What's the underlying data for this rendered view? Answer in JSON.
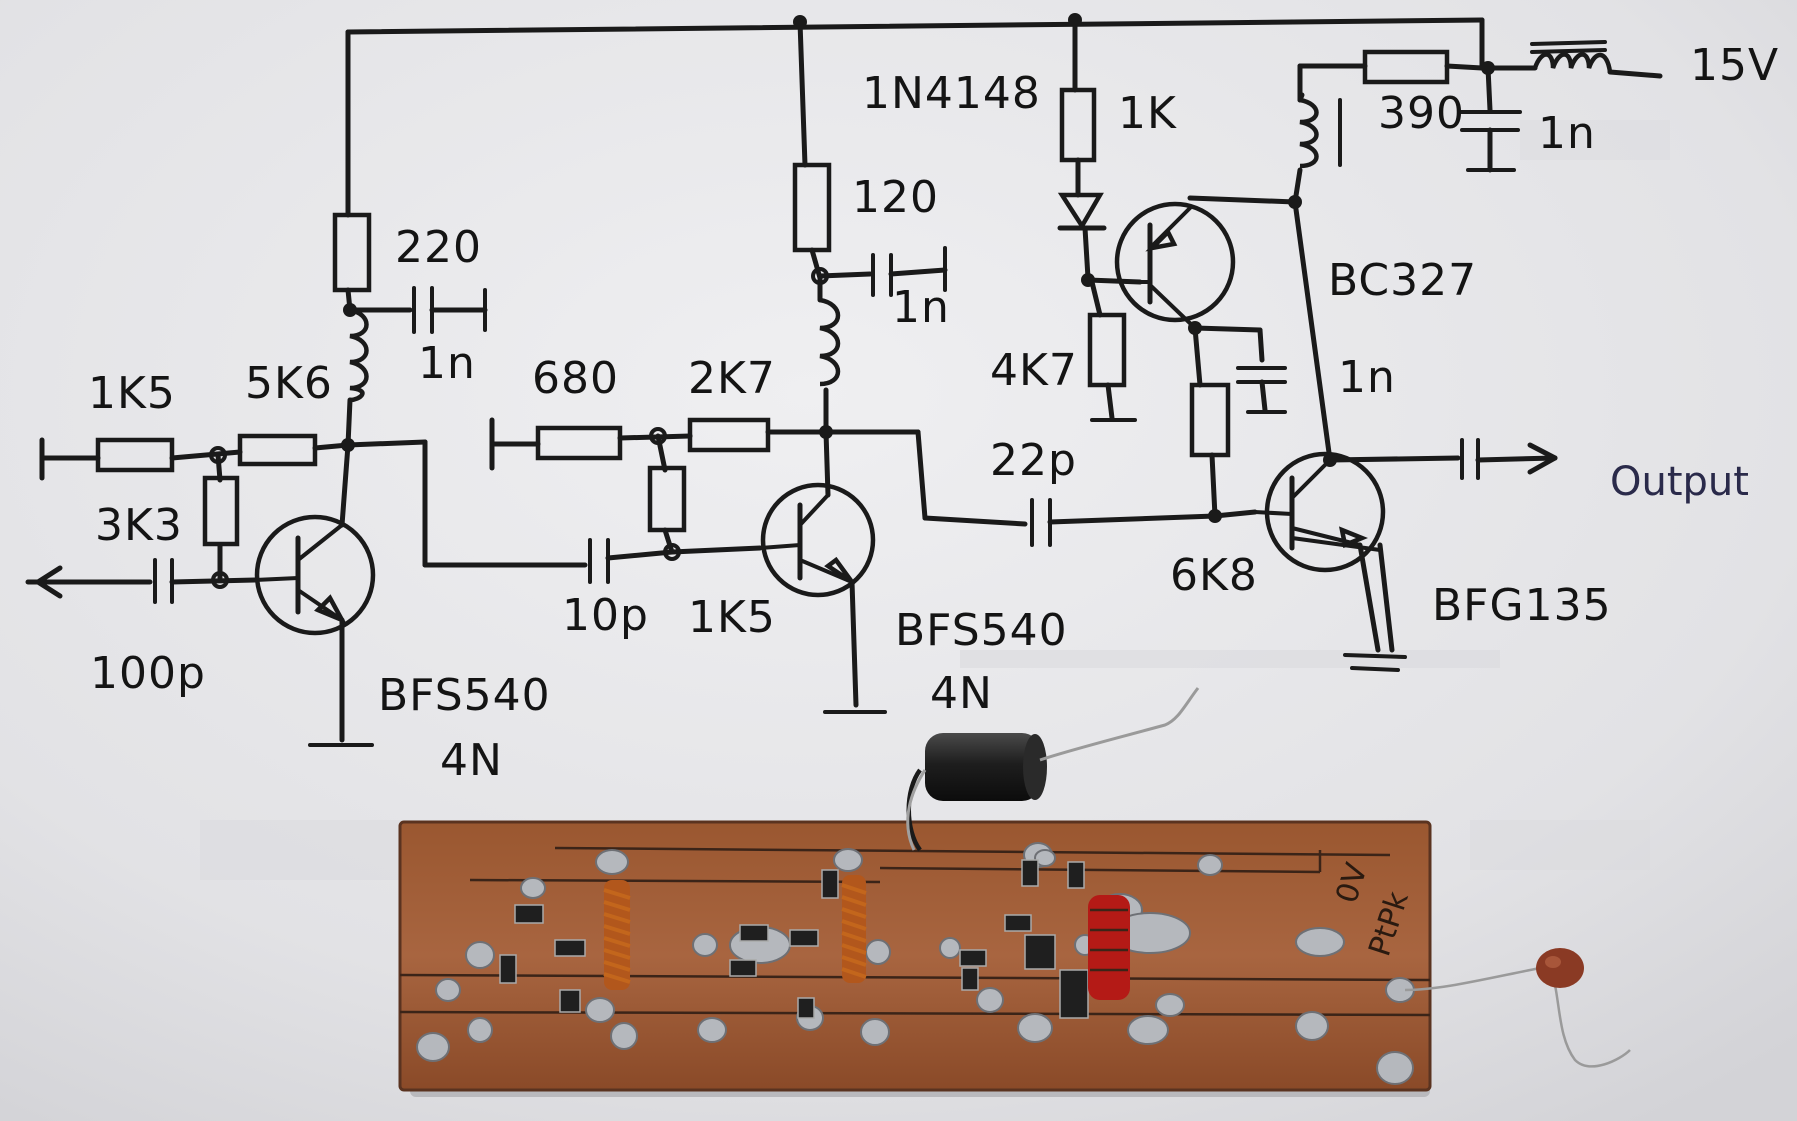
{
  "schematic": {
    "supply_label": "15V",
    "output_label": "Output",
    "stage1": {
      "r_input_series": "1K5",
      "r_bias_top": "5K6",
      "r_bias_bottom": "3K3",
      "r_collector": "220",
      "c_decouple": "1n",
      "c_input": "100p",
      "transistor": "BFS540",
      "transistor_code": "4N"
    },
    "stage2": {
      "r_input": "680",
      "r_feedback": "2K7",
      "r_bias_bottom": "1K5",
      "r_collector": "120",
      "c_decouple": "1n",
      "c_coupling": "10p",
      "diode": "1N4148",
      "transistor": "BFS540",
      "transistor_code": "4N"
    },
    "stage3": {
      "r_diode": "1K",
      "r_base": "4K7",
      "r_emitter": "6K8",
      "r_supply": "390",
      "c_supply": "1n",
      "c_bypass": "1n",
      "c_coupling": "22p",
      "pnp": "BC327",
      "transistor": "BFG135"
    }
  },
  "pcb": {
    "marking": "0V",
    "marking2": "PtPk"
  }
}
